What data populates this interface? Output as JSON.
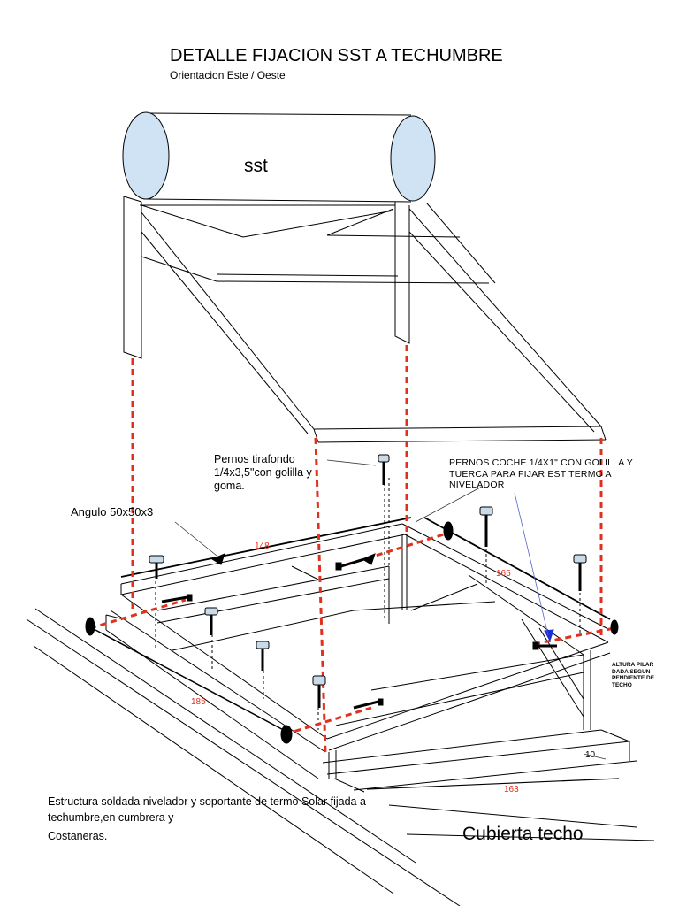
{
  "title": "DETALLE FIJACION SST A TECHUMBRE",
  "subtitle": "Orientacion Este / Oeste",
  "tank_label": "sst",
  "labels": {
    "pernos_tirafondo": "Pernos tirafondo 1/4x3,5\"con golilla y goma.",
    "pernos_coche": "PERNOS COCHE 1/4X1\" CON GOLILLA Y TUERCA PARA FIJAR EST TERMO A NIVELADOR",
    "angulo": "Angulo 50x50x3",
    "altura": "ALTURA PILAR DADA SEGUN PENDIENTE DE TECHO",
    "estructura": "Estructura soldada nivelador y soportante de termo Solar fijada a techumbre,en cumbrera y",
    "costaneras": "Costaneras.",
    "cubierta": "Cubierta techo"
  },
  "dimensions": {
    "d148": "148",
    "d165": "165",
    "d185": "185",
    "d163": "163",
    "d10": "10"
  },
  "colors": {
    "line": "#000000",
    "dashed": "#e0301e",
    "tank_cap": "#cfe3f5",
    "bolt_head": "#c9dbe8",
    "arrow_blue": "#1a2fd6"
  }
}
